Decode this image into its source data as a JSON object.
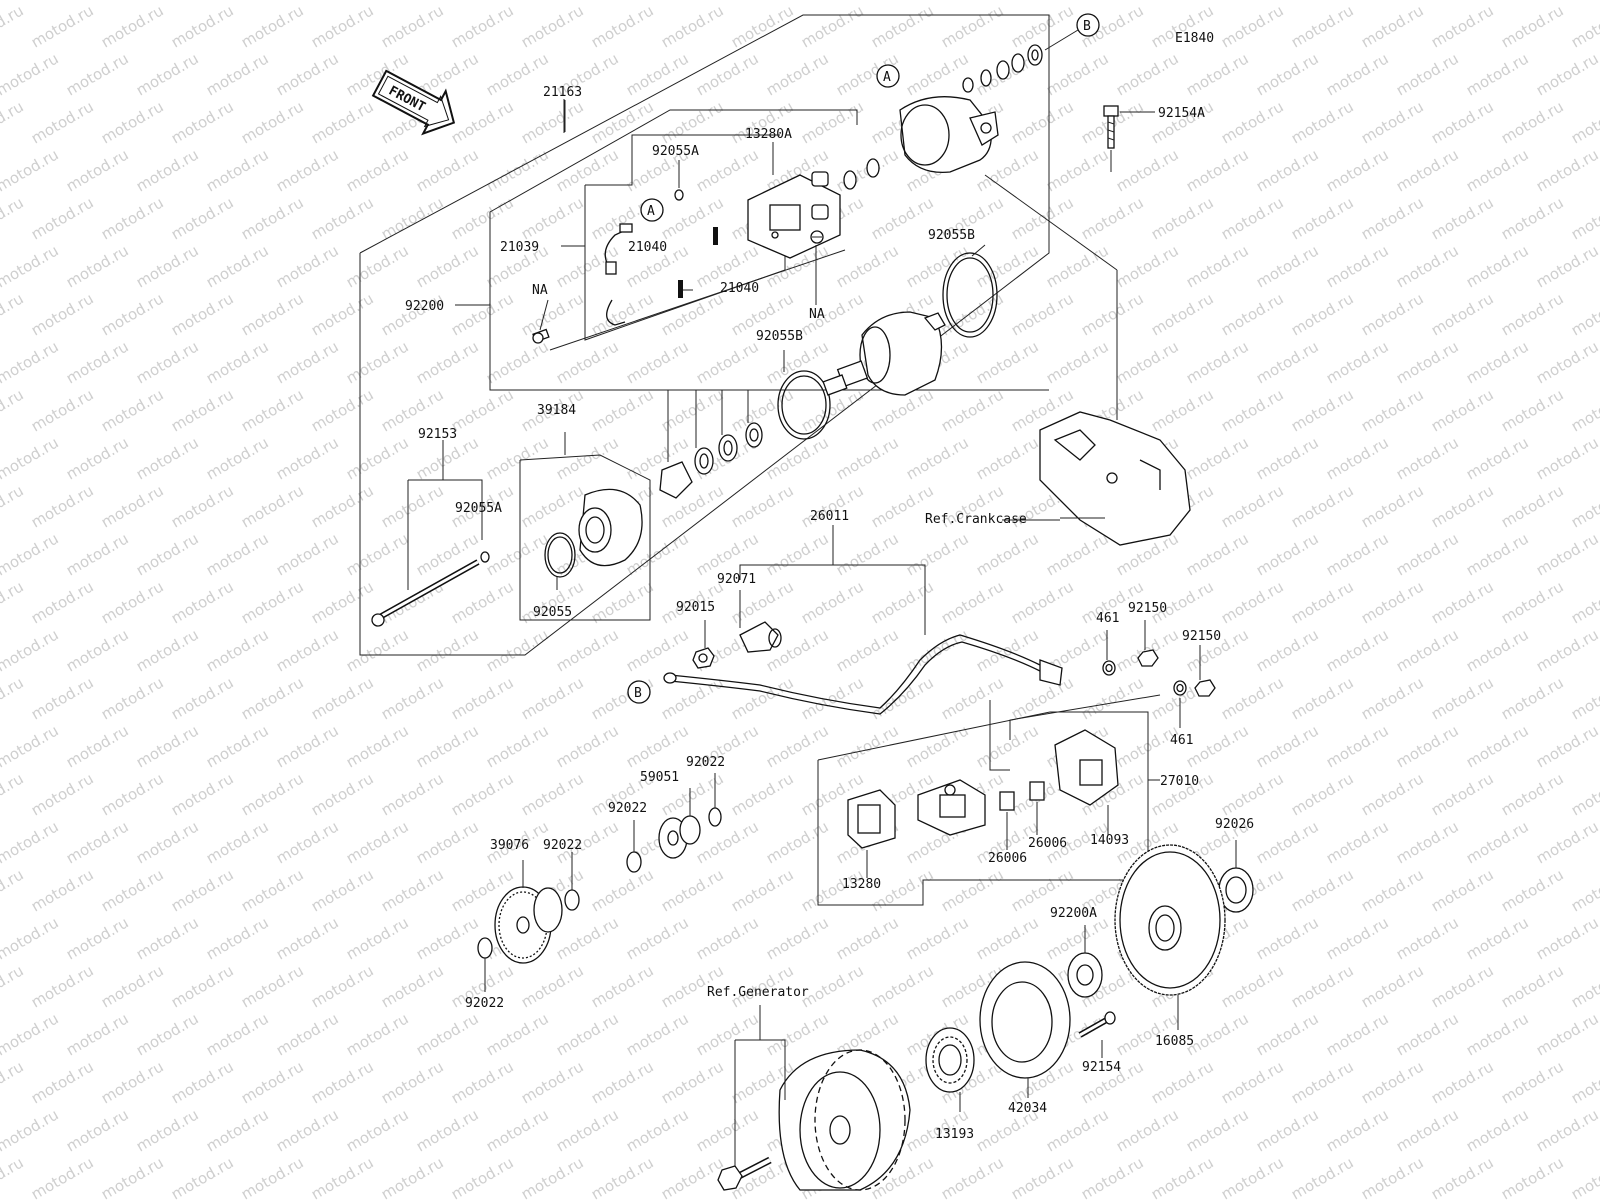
{
  "diagram_code": "E1840",
  "front_label": "FRONT",
  "watermark": "motod.ru",
  "callouts": {
    "A": "A",
    "B": "B"
  },
  "labels": {
    "p21163": "21163",
    "p13280A": "13280A",
    "p92055A_top": "92055A",
    "p21039": "21039",
    "p21040_a": "21040",
    "p21040_b": "21040",
    "p92200": "92200",
    "p_NA_left": "NA",
    "p_NA_right": "NA",
    "p92055B_top": "92055B",
    "p92055B_mid": "92055B",
    "p92154A": "92154A",
    "p39184": "39184",
    "p92153": "92153",
    "p92055A_low": "92055A",
    "p92055": "92055",
    "p_ref_crankcase": "Ref.Crankcase",
    "p26011": "26011",
    "p92071": "92071",
    "p92015": "92015",
    "p461_a": "461",
    "p92150_a": "92150",
    "p92150_b": "92150",
    "p461_b": "461",
    "p27010": "27010",
    "p59051": "59051",
    "p92022_a": "92022",
    "p92022_b": "92022",
    "p39076": "39076",
    "p92022_c": "92022",
    "p92022_d": "92022",
    "p13280": "13280",
    "p26006_a": "26006",
    "p26006_b": "26006",
    "p14093": "14093",
    "p92026": "92026",
    "p92200A": "92200A",
    "p16085": "16085",
    "p92154": "92154",
    "p42034": "42034",
    "p13193": "13193",
    "p_ref_generator": "Ref.Generator"
  }
}
